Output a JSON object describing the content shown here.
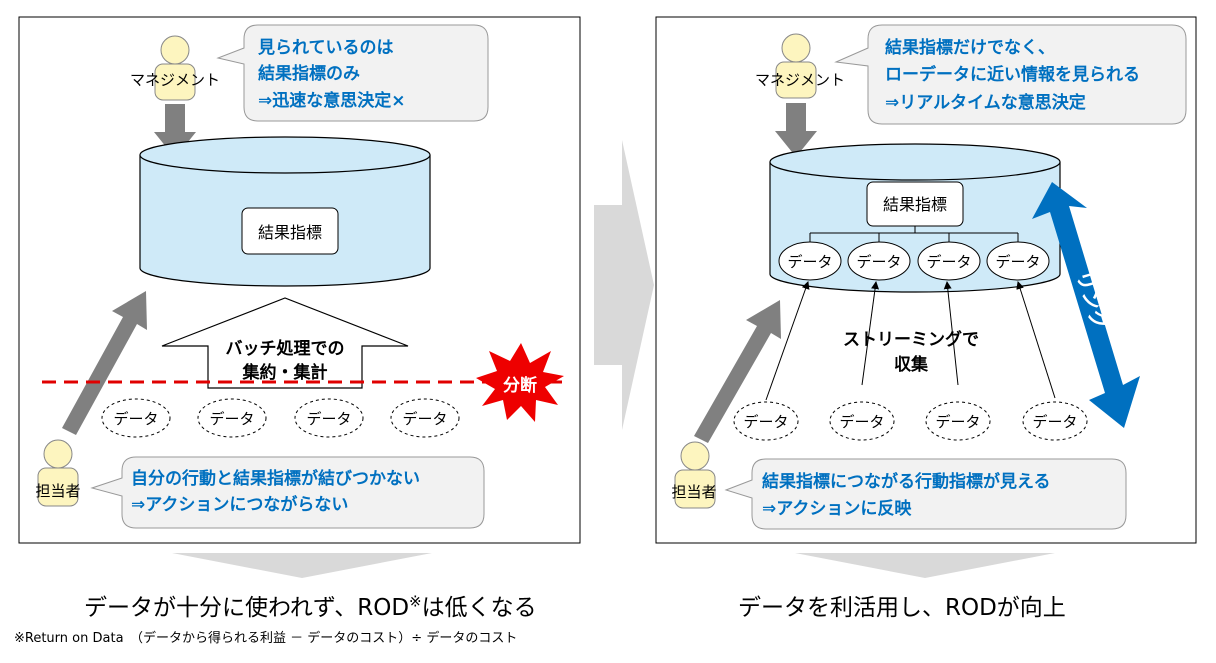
{
  "left_panel": {
    "management_label": "マネジメント",
    "management_bubble": [
      "見られているのは",
      "結果指標のみ",
      "⇒迅速な意思決定×"
    ],
    "db_label": "結果指標",
    "batch_arrow": [
      "バッチ処理での",
      "集約・集計"
    ],
    "cut_label": "分断",
    "data_labels": [
      "データ",
      "データ",
      "データ",
      "データ"
    ],
    "staff_label": "担当者",
    "staff_bubble": [
      "自分の行動と結果指標が結びつかない",
      "⇒アクションにつながらない"
    ]
  },
  "right_panel": {
    "management_label": "マネジメント",
    "management_bubble": [
      "結果指標だけでなく、",
      "ローデータに近い情報を見られる",
      "⇒リアルタイムな意思決定"
    ],
    "db_label": "結果指標",
    "db_data_labels": [
      "データ",
      "データ",
      "データ",
      "データ"
    ],
    "streaming_label": [
      "ストリーミングで",
      "収集"
    ],
    "link_label": "リンク",
    "data_labels": [
      "データ",
      "データ",
      "データ",
      "データ"
    ],
    "staff_label": "担当者",
    "staff_bubble": [
      "結果指標につながる行動指標が見える",
      "⇒アクションに反映"
    ]
  },
  "captions": {
    "left_pre": "データが十分に使われず、ROD",
    "left_sup": "※",
    "left_post": "は低くなる",
    "right": "データを利活用し、RODが向上",
    "footnote": "※Return on Data　（データから得られる利益 － データのコスト）÷ データのコスト"
  },
  "colors": {
    "bubble_fill": "#f2f2f2",
    "bubble_text": "#0070c0",
    "db_fill": "#cfeaf8",
    "person_fill": "#fdf5bf",
    "gray_arrow": "#808080",
    "cut_line": "#e00000",
    "burst": "#ee0000",
    "link_arrow": "#0070c0",
    "big_arrow": "#d9d9d9"
  }
}
